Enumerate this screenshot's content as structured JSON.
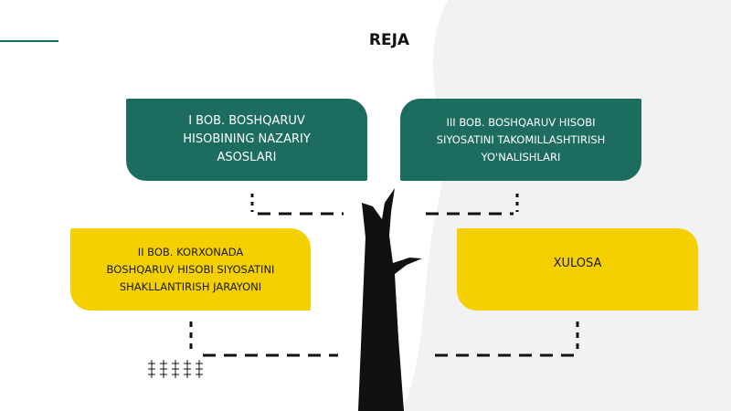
{
  "slide": {
    "title": "REJA",
    "colors": {
      "teal": "#1c6c5f",
      "yellow": "#f5d000",
      "tree": "#111111",
      "background_shape": "#f2f2f2"
    }
  },
  "items": [
    {
      "label": "I BOB. BOSHQARUV\nHISOBINING NAZARIY\nASOSLARI",
      "color": "teal"
    },
    {
      "label": "III BOB. BOSHQARUV HISOBI\nSIYOSATINI TAKOMILLASHTIRISH\nYO'NALISHLARI",
      "color": "teal"
    },
    {
      "label": "II BOB. KORXONADA\nBOSHQARUV HISOBI SIYOSATINI\nSHAKLLANTIRISH JARAYONI",
      "color": "yellow"
    },
    {
      "label": "XULOSA",
      "color": "yellow"
    }
  ],
  "decorations": [
    "tree-trunk-icon",
    "grass-icon",
    "dashed-connector-line"
  ]
}
